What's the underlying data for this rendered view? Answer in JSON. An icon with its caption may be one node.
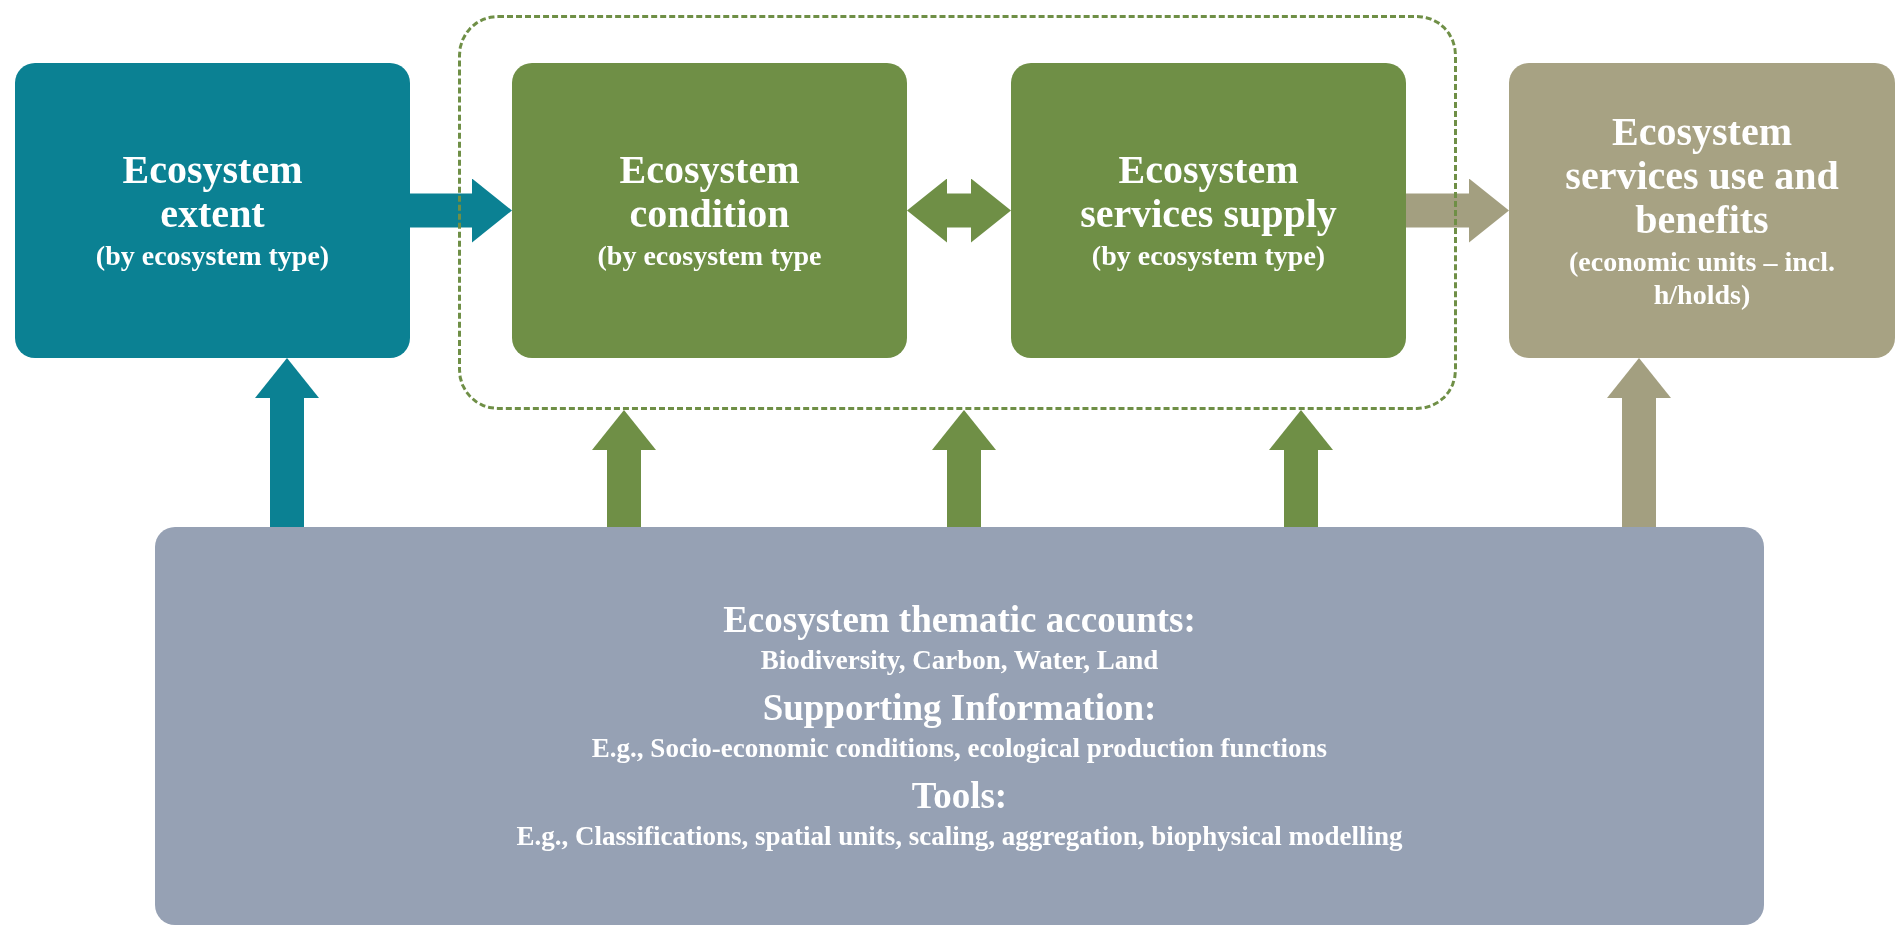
{
  "diagram": {
    "nodes": [
      {
        "text": [
          "Ecosystem extent",
          "(by ecosystem type)"
        ]
      },
      {
        "text": [],
        "shape": "box"
      },
      {
        "text": [
          "Ecosystem condition",
          "(by ecosystem type"
        ],
        "in": 1
      },
      {
        "text": [
          "Ecosystem services supply",
          "(by ecosystem type)"
        ],
        "in": 1
      },
      {
        "text": [
          "Ecosystem services use and benefits",
          "(economic units – incl. h/holds)"
        ]
      },
      {
        "text": [
          "Ecosystem thematic accounts:",
          "Biodiversity, Carbon, Water, Land",
          "Supporting Information:",
          "E.g., Socio-economic conditions, ecological production functions",
          "Tools:",
          "E.g., Classifications, spatial units, scaling, aggregation, biophysical modelling"
        ]
      }
    ],
    "edges": [
      {
        "from": 0,
        "to": 2,
        "arrow": "to",
        "color": "#0b8193"
      },
      {
        "from": 2,
        "to": 3,
        "arrow": "both"
      },
      {
        "from": 3,
        "to": 4,
        "arrow": "to",
        "color": "#a39f80"
      },
      {
        "from": 5,
        "to": 0,
        "arrow": "to",
        "color": "#0b8193"
      },
      {
        "from": 5,
        "to": 1,
        "arrow": "to"
      },
      {
        "from": 5,
        "to": 1,
        "arrow": "to"
      },
      {
        "from": 5,
        "to": 1,
        "arrow": "to"
      },
      {
        "from": 5,
        "to": 4,
        "arrow": "to",
        "color": "#a39f80"
      }
    ]
  }
}
